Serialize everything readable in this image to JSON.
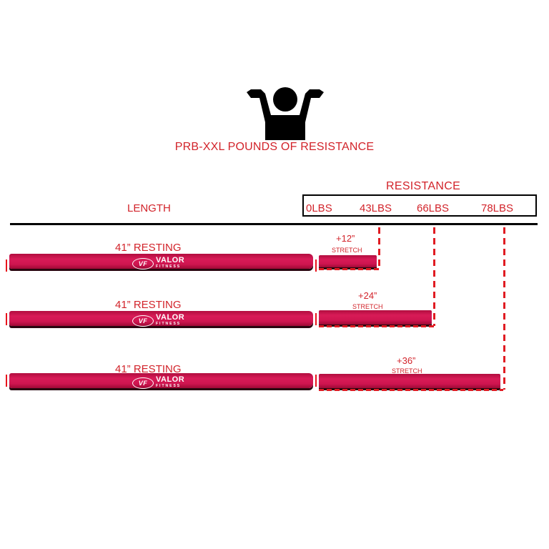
{
  "header": {
    "icon": "person-stretching-band-icon",
    "title": "PRB-XXL POUNDS OF RESISTANCE"
  },
  "scale": {
    "resistance_label": "RESISTANCE",
    "length_label": "LENGTH",
    "ticks": [
      "0LBS",
      "43LBS",
      "66LBS",
      "78LBS"
    ]
  },
  "bands": [
    {
      "resting": "41” RESTING",
      "stretch_amount": "+12”",
      "stretch_word": "STRETCH",
      "resistance": "43LBS",
      "logo": "VALOR",
      "logo_sub": "FITNESS"
    },
    {
      "resting": "41” RESTING",
      "stretch_amount": "+24”",
      "stretch_word": "STRETCH",
      "resistance": "66LBS",
      "logo": "VALOR",
      "logo_sub": "FITNESS"
    },
    {
      "resting": "41” RESTING",
      "stretch_amount": "+36”",
      "stretch_word": "STRETCH",
      "resistance": "78LBS",
      "logo": "VALOR",
      "logo_sub": "FITNESS"
    }
  ],
  "colors": {
    "accent": "#d2232a",
    "band": "#d81b57"
  }
}
